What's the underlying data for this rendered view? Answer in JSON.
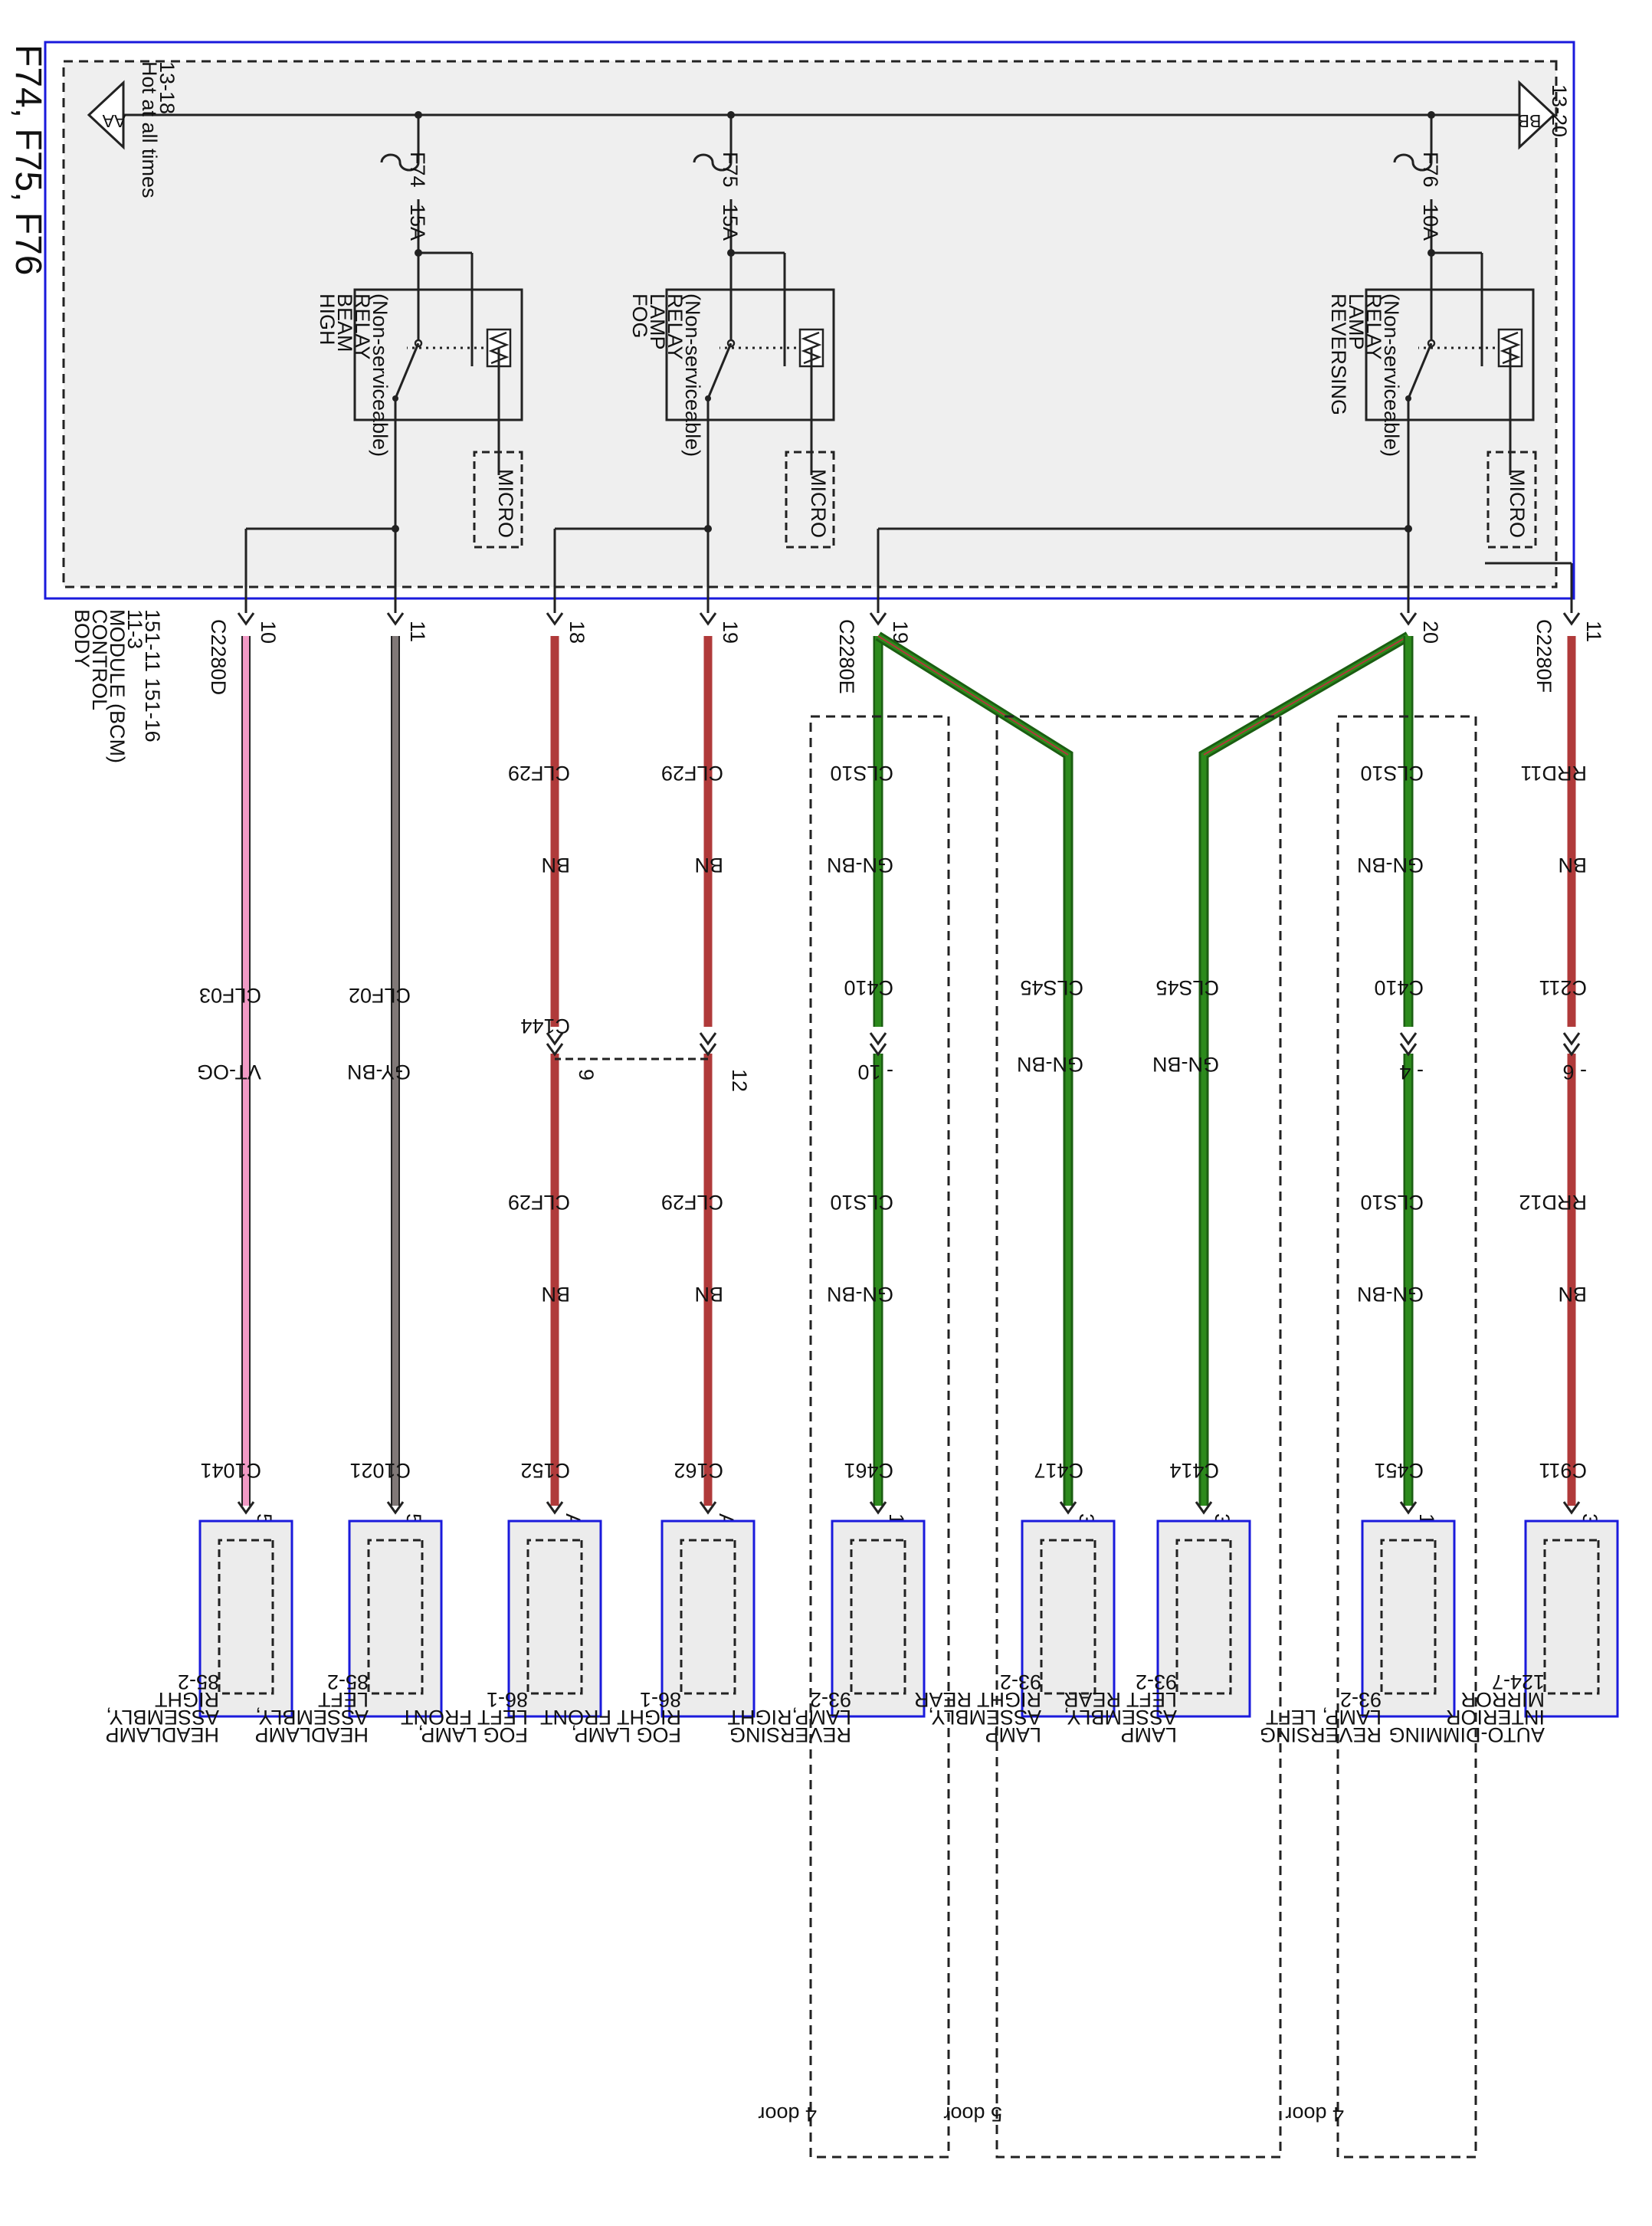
{
  "title": "F74, F75, F76",
  "power": {
    "aa_label": "AA",
    "aa_note": [
      "Hot at all times",
      "13-18"
    ],
    "bb_label": "BB",
    "bb_note": "13-20"
  },
  "fuses": [
    {
      "name": "F74",
      "rating": "15A"
    },
    {
      "name": "F75",
      "rating": "15A"
    },
    {
      "name": "F76",
      "rating": "10A"
    }
  ],
  "relays": [
    {
      "lines": [
        "HIGH",
        "BEAM",
        "RELAY",
        "(Non-serviceable)"
      ]
    },
    {
      "lines": [
        "FOG",
        "LAMP",
        "RELAY",
        "(Non-serviceable)"
      ]
    },
    {
      "lines": [
        "REVERSING",
        "LAMP",
        "RELAY",
        "(Non-serviceable)"
      ]
    }
  ],
  "micro_label": "MICRO",
  "module": {
    "lines": [
      "BODY",
      "CONTROL",
      "MODULE (BCM)",
      "11-3",
      "151-11  151-16"
    ]
  },
  "module_connectors": [
    "C2280D",
    "C2280E",
    "C2280F"
  ],
  "circuits": [
    {
      "pin": "10",
      "wire": "CLF03",
      "color": "VT-OG",
      "connector": "C1041",
      "cpin": "5",
      "component": [
        "HEADLAMP",
        "ASSEMBLY,",
        "RIGHT",
        "85-2"
      ]
    },
    {
      "pin": "11",
      "wire": "CLF02",
      "color": "GY-BN",
      "connector": "C1021",
      "cpin": "5",
      "component": [
        "HEADLAMP",
        "ASSEMBLY,",
        "LEFT",
        "85-2"
      ]
    },
    {
      "pin": "18",
      "wire": "CLF29",
      "color": "BN",
      "inline": "C144",
      "ipin": "9",
      "wire2": "CLF29",
      "color2": "BN",
      "connector": "C152",
      "cpin": "A",
      "component": [
        "FOG LAMP,",
        "LEFT FRONT",
        "86-1"
      ]
    },
    {
      "pin": "19",
      "wire": "CLF29",
      "color": "BN",
      "ipin": "12",
      "wire2": "CLF29",
      "color2": "BN",
      "connector": "C162",
      "cpin": "A",
      "component": [
        "FOG LAMP,",
        "RIGHT FRONT",
        "86-1"
      ]
    },
    {
      "pin": "19",
      "wire": "CLS10",
      "color": "GN-BN",
      "inline": "C410",
      "ipin": "-  10",
      "wire2": "CLS10",
      "color2": "GN-BN",
      "connector": "C461",
      "cpin": "1",
      "component": [
        "REVERSING",
        "LAMP,RIGHT",
        "93-2"
      ]
    },
    {
      "wire": "CLS45",
      "color": "GN-BN",
      "connector": "C417",
      "cpin": "3",
      "component": [
        "LAMP",
        "ASSEMBLY,",
        "RIGHT REAR",
        "93-2"
      ]
    },
    {
      "wire": "CLS45",
      "color": "GN-BN",
      "connector": "C414",
      "cpin": "3",
      "component": [
        "LAMP",
        "ASSEMBLY,",
        "LEFT REAR",
        "93-2"
      ]
    },
    {
      "pin": "20",
      "wire": "CLS10",
      "color": "GN-BN",
      "inline": "C410",
      "ipin": "-  4",
      "wire2": "CLS10",
      "color2": "GN-BN",
      "connector": "C451",
      "cpin": "1",
      "component": [
        "REVERSING",
        "LAMP, LEFT",
        "93-2"
      ]
    },
    {
      "pin": "11",
      "wire": "RRD11",
      "color": "BN",
      "inline": "C211",
      "ipin": "-  6",
      "wire2": "RRD12",
      "color2": "BN",
      "connector": "C911",
      "cpin": "3",
      "component": [
        "AUTO-DIMMING",
        "INTERIOR",
        "MIRROR",
        "124-7"
      ]
    }
  ],
  "door_notes": [
    "4 door",
    "5 door",
    "4 door"
  ]
}
